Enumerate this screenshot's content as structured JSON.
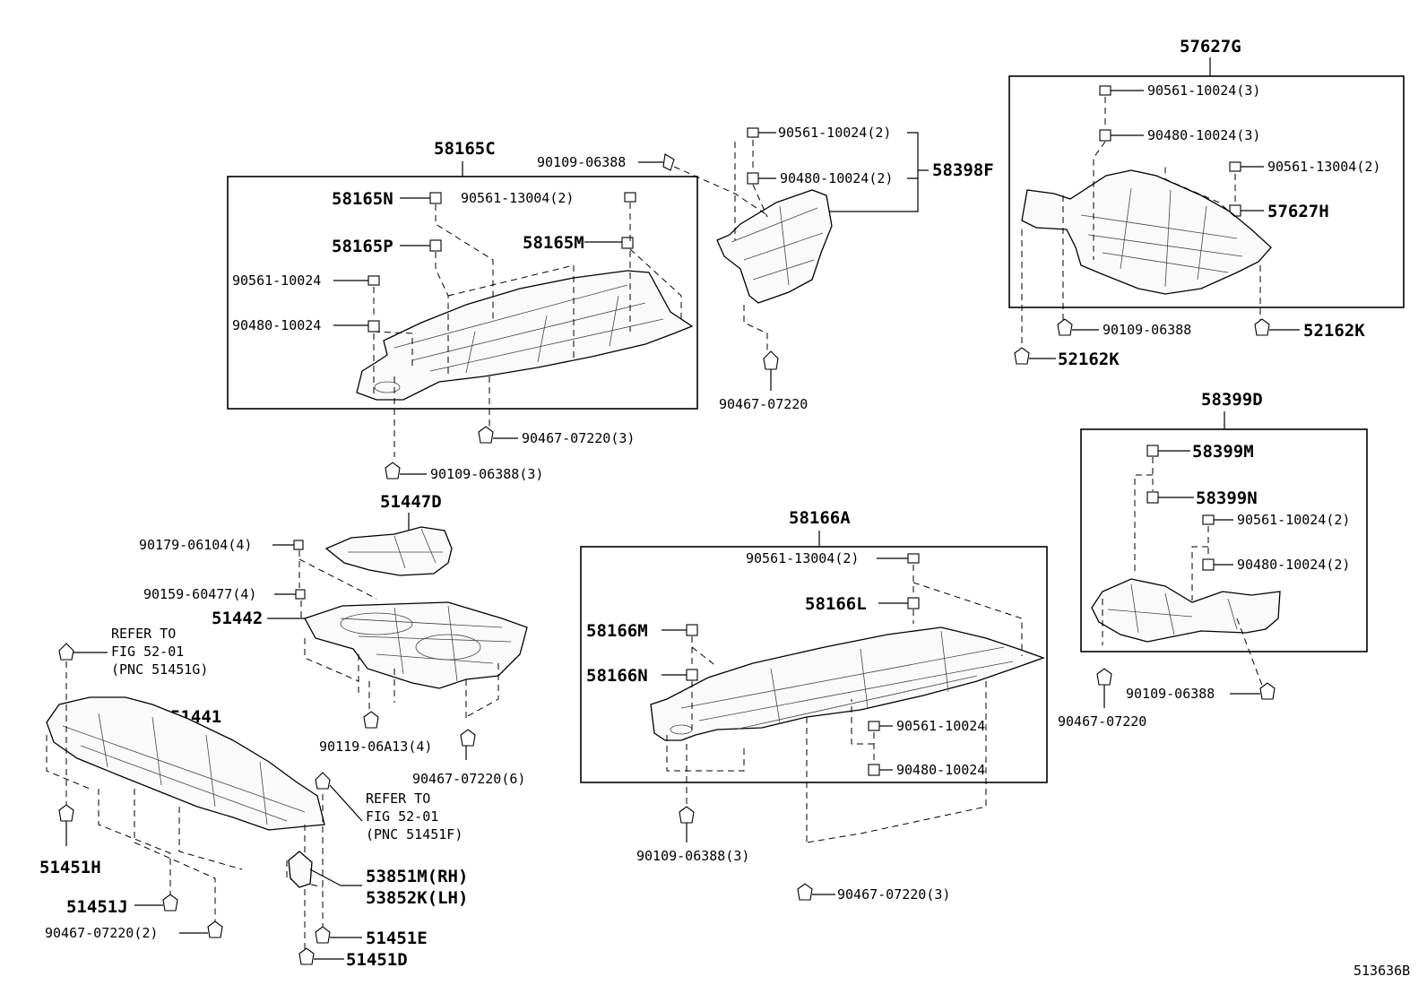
{
  "diagram": {
    "figure_id": "513636B",
    "groups": {
      "g58165C": {
        "label": "58165C",
        "items": {
          "p58165N": "58165N",
          "p58165P": "58165P",
          "p58165M": "58165M",
          "c90561_13004_2": "90561-13004(2)",
          "c90561_10024": "90561-10024",
          "c90480_10024": "90480-10024"
        },
        "outside": {
          "b90467_07220_3": "90467-07220(3)",
          "b90109_06388_3": "90109-06388(3)"
        }
      },
      "g58398F": {
        "label": "58398F",
        "items": {
          "c90561_10024_2": "90561-10024(2)",
          "c90480_10024_2": "90480-10024(2)",
          "b90109_06388": "90109-06388",
          "b90467_07220": "90467-07220"
        }
      },
      "g57627G": {
        "label": "57627G",
        "items": {
          "c90561_10024_3": "90561-10024(3)",
          "c90480_10024_3": "90480-10024(3)",
          "c90561_13004_2": "90561-13004(2)",
          "p57627H": "57627H",
          "b90109_06388": "90109-06388",
          "p52162K_a": "52162K"
        },
        "outside": {
          "p52162K_b": "52162K"
        }
      },
      "g58399D": {
        "label": "58399D",
        "items": {
          "p58399M": "58399M",
          "p58399N": "58399N",
          "c90561_10024_2": "90561-10024(2)",
          "c90480_10024_2": "90480-10024(2)"
        },
        "outside": {
          "b90467_07220": "90467-07220",
          "b90109_06388": "90109-06388"
        }
      },
      "g58166A": {
        "label": "58166A",
        "items": {
          "c90561_13004_2": "90561-13004(2)",
          "p58166L": "58166L",
          "p58166M": "58166M",
          "p58166N": "58166N",
          "c90561_10024": "90561-10024",
          "c90480_10024": "90480-10024"
        },
        "outside": {
          "b90109_06388_3": "90109-06388(3)",
          "b90467_07220_3": "90467-07220(3)"
        }
      },
      "front": {
        "p51447D": "51447D",
        "c90179_06104_4": "90179-06104(4)",
        "c90159_60477_4": "90159-60477(4)",
        "p51442": "51442",
        "refer_a": [
          "REFER TO",
          "FIG 52-01",
          "(PNC 51451G)"
        ],
        "p51441": "51441",
        "b90119_06A13_4": "90119-06A13(4)",
        "b90467_07220_6": "90467-07220(6)",
        "refer_b": [
          "REFER TO",
          "FIG 52-01",
          "(PNC 51451F)"
        ],
        "p51451H": "51451H",
        "p53851M": "53851M(RH)",
        "p53852K": "53852K(LH)",
        "p51451J": "51451J",
        "b90467_07220_2": "90467-07220(2)",
        "p51451E": "51451E",
        "p51451D": "51451D"
      }
    }
  }
}
